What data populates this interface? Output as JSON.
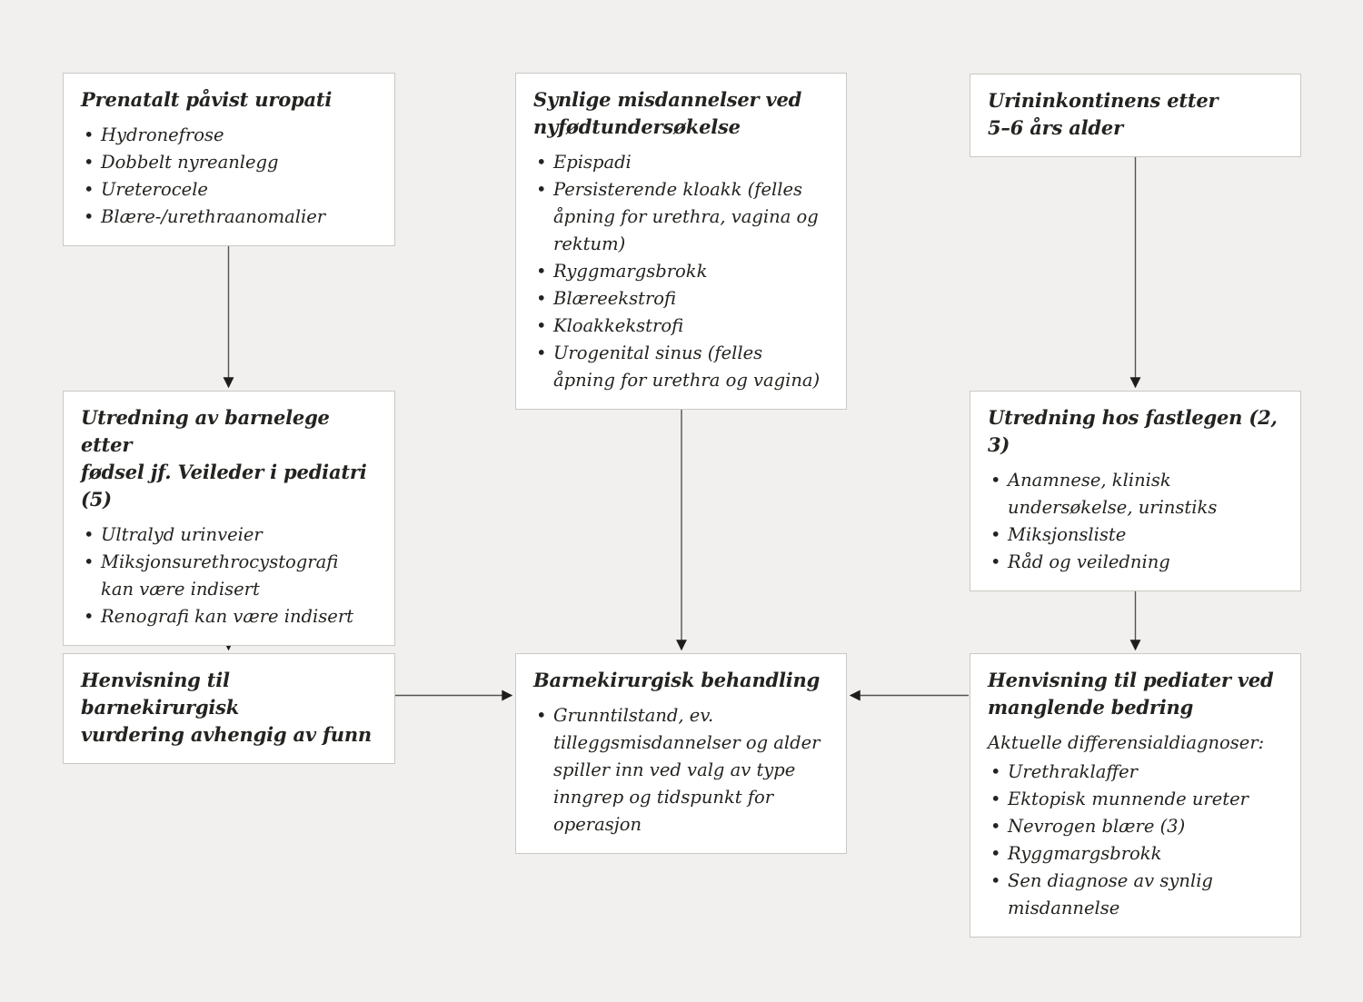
{
  "colors": {
    "background": "#f1f0ee",
    "box_bg": "#ffffff",
    "box_border": "#c9c8c4",
    "text": "#232320",
    "arrow_line": "#55534f",
    "arrow_head": "#1d1d1b"
  },
  "flowchart": {
    "boxes": {
      "prenatal_uropati": {
        "title": "Prenatalt påvist uropati",
        "bullets": [
          "Hydronefrose",
          "Dobbelt nyreanlegg",
          "Ureterocele",
          "Blære-/urethraanomalier"
        ]
      },
      "synlige_misdannelser": {
        "title": "Synlige misdannelser ved\nnyfødtundersøkelse",
        "bullets": [
          "Epispadi",
          "Persisterende kloakk (felles åpning for urethra, vagina og rektum)",
          "Ryggmargsbrokk",
          "Blæreekstrofi",
          "Kloakkekstrofi",
          "Urogenital sinus (felles åpning for urethra og vagina)"
        ]
      },
      "urininkontinens": {
        "title": "Urininkontinens etter\n5–6 års alder"
      },
      "utredning_barnelege": {
        "title": "Utredning av barnelege etter\nfødsel jf. Veileder i pediatri (5)",
        "bullets": [
          "Ultralyd urinveier",
          "Miksjonsurethrocystografi kan være indisert",
          "Renografi kan være indisert"
        ]
      },
      "utredning_fastlegen": {
        "title": "Utredning hos fastlegen (2, 3)",
        "bullets": [
          "Anamnese, klinisk undersøkelse, urinstiks",
          "Miksjonsliste",
          "Råd og veiledning"
        ]
      },
      "henvisning_barnekirurgisk": {
        "title": "Henvisning til barnekirurgisk\nvurdering avhengig av funn"
      },
      "barnekirurgisk_behandling": {
        "title": "Barnekirurgisk behandling",
        "bullets": [
          "Grunntilstand, ev. tilleggsmisdannelser og alder spiller inn ved valg av type inngrep og tidspunkt for operasjon"
        ]
      },
      "henvisning_pediater": {
        "title": "Henvisning til pediater ved\nmanglende bedring",
        "subtitle": "Aktuelle differensialdiagnoser:",
        "bullets": [
          "Urethraklaffer",
          "Ektopisk munnende ureter",
          "Nevrogen blære (3)",
          "Ryggmargsbrokk",
          "Sen diagnose av synlig misdannelse"
        ]
      }
    }
  }
}
